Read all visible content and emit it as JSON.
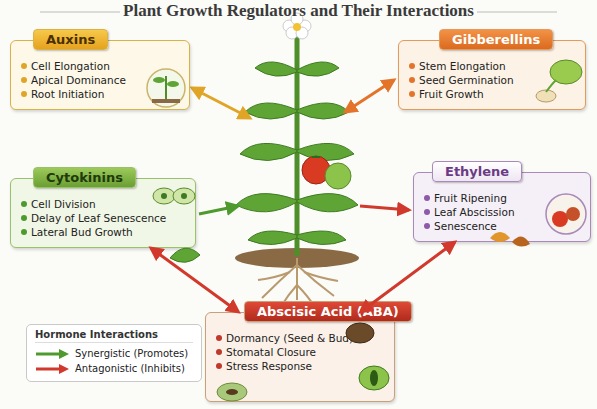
{
  "diagram": {
    "title": "Plant Growth Regulators and Their Interactions",
    "nodes": [
      {
        "text": [
          "Auxins",
          "Cell Elongation",
          "Apical Dominance",
          "Root Initiation"
        ]
      },
      {
        "text": [
          "Gibberellins",
          "Stem Elongation",
          "Seed Germination",
          "Fruit Growth"
        ]
      },
      {
        "text": [
          "Cytokinins",
          "Cell Division",
          "Delay of Leaf Senescence",
          "Lateral Bud Growth"
        ]
      },
      {
        "text": [
          "Ethylene",
          "Fruit Ripening",
          "Leaf Abscission",
          "Senescence"
        ]
      },
      {
        "text": [
          "Abscisic Acid (ABA)",
          "Dormancy (Seed & Bud)",
          "Stomatal Closure",
          "Stress Response"
        ]
      }
    ],
    "edges": [
      {
        "from": 2,
        "to": 4,
        "arrow": "both"
      },
      {
        "from": 3,
        "to": 4,
        "arrow": "both"
      }
    ],
    "labels": [
      "Hormone Interactions"
    ],
    "legend": [
      {
        "text": "Synergistic (Promotes)"
      },
      {
        "text": "Antagonistic (Inhibits)"
      }
    ]
  }
}
